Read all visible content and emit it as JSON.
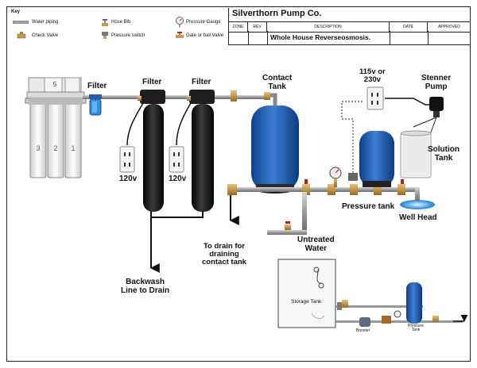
{
  "key": {
    "title": "Key",
    "items": {
      "water_piping": "Water piping",
      "check_valve": "Check Valve",
      "hose_bib": "Hose Bib",
      "pressure_switch": "Pressure switch",
      "pressure_gauge": "Pressure Gauge",
      "gate_valve": "Gate or ball Valve"
    }
  },
  "title_block": {
    "company": "Silverthorn Pump Co.",
    "columns": [
      "ZONE",
      "REV",
      "DESCRIPTION",
      "DATE",
      "APPROVED"
    ],
    "description": "Whole House Reverseosmosis."
  },
  "labels": {
    "ro_filter": "Filter",
    "filter_1": "Filter",
    "filter_2": "Filter",
    "contact_tank": [
      "Contact",
      "Tank"
    ],
    "outlet_voltage": "115v or",
    "outlet_voltage_2": "230v",
    "stenner_pump": [
      "Stenner",
      "Pump"
    ],
    "solution_tank": [
      "Solution",
      "Tank"
    ],
    "pressure_tank": "Pressure tank",
    "well_head": "Well Head",
    "v120_a": "120v",
    "v120_b": "120v",
    "drain_contact": [
      "To drain for",
      "draining",
      "contact tank"
    ],
    "untreated_water": [
      "Untreated",
      "Water"
    ],
    "backwash": [
      "Backwash",
      "Line to Drain"
    ],
    "storage_tank": "Storage Tank",
    "booster": "Booster",
    "small_pressure_tank": [
      "Pressure",
      "Tank"
    ],
    "ro_stage_numbers": [
      "3",
      "2",
      "1"
    ],
    "ro_top_label": "5"
  }
}
